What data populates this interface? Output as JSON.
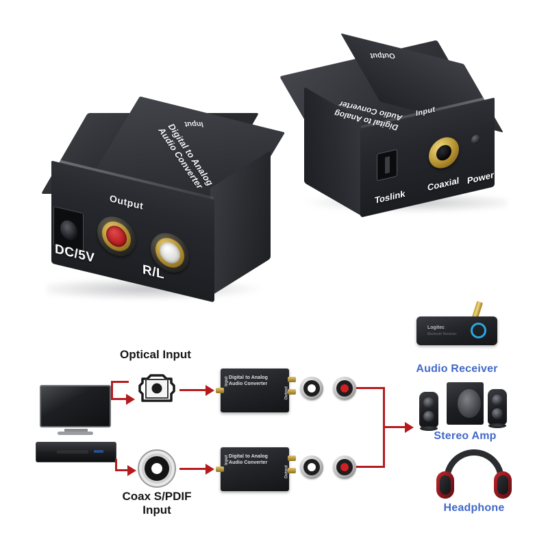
{
  "product": {
    "name": "Digital to Analog Audio Converter",
    "brand_line_1": "Digital to Analog",
    "brand_line_2": "Audio Converter",
    "left_unit": {
      "top_face_label": "Input",
      "front_face_label": "Output",
      "power_label": "DC/5V",
      "rca_label": "R/L",
      "rca_red_name": "rca-right-channel",
      "rca_white_name": "rca-left-channel"
    },
    "right_unit": {
      "top_face_label": "Output",
      "side_face_label": "Input",
      "toslink_label": "Toslink",
      "coaxial_label": "Coaxial",
      "power_label": "Power"
    }
  },
  "diagram": {
    "source_labels": {
      "optical": "Optical Input",
      "coax_line_1": "Coax S/PDIF",
      "coax_line_2": "Input"
    },
    "converter_label_1": "Digital to Analog",
    "converter_label_2": "Audio Converter",
    "converter_port_in": "Input",
    "converter_port_out": "Output",
    "destinations": [
      {
        "label": "Audio Receiver",
        "device": "bluetooth-audio-receiver"
      },
      {
        "label": "Stereo Amp",
        "device": "2-1-speaker-system"
      },
      {
        "label": "Headphone",
        "device": "over-ear-headphones"
      }
    ],
    "receiver_brand": "Logitec",
    "receiver_sub": "Bluetooth Receiver",
    "source_devices": [
      {
        "name": "flat-screen-tv"
      },
      {
        "name": "dvd-blu-ray-player"
      }
    ]
  },
  "colors": {
    "background": "#ffffff",
    "arrow_red": "#b51a1e",
    "label_blue": "#4169c8",
    "label_black": "#151515",
    "rca_red": "#d21f26",
    "rca_white": "#ffffff",
    "gold": "#e3c468",
    "led_blue": "#2aa8e0"
  }
}
